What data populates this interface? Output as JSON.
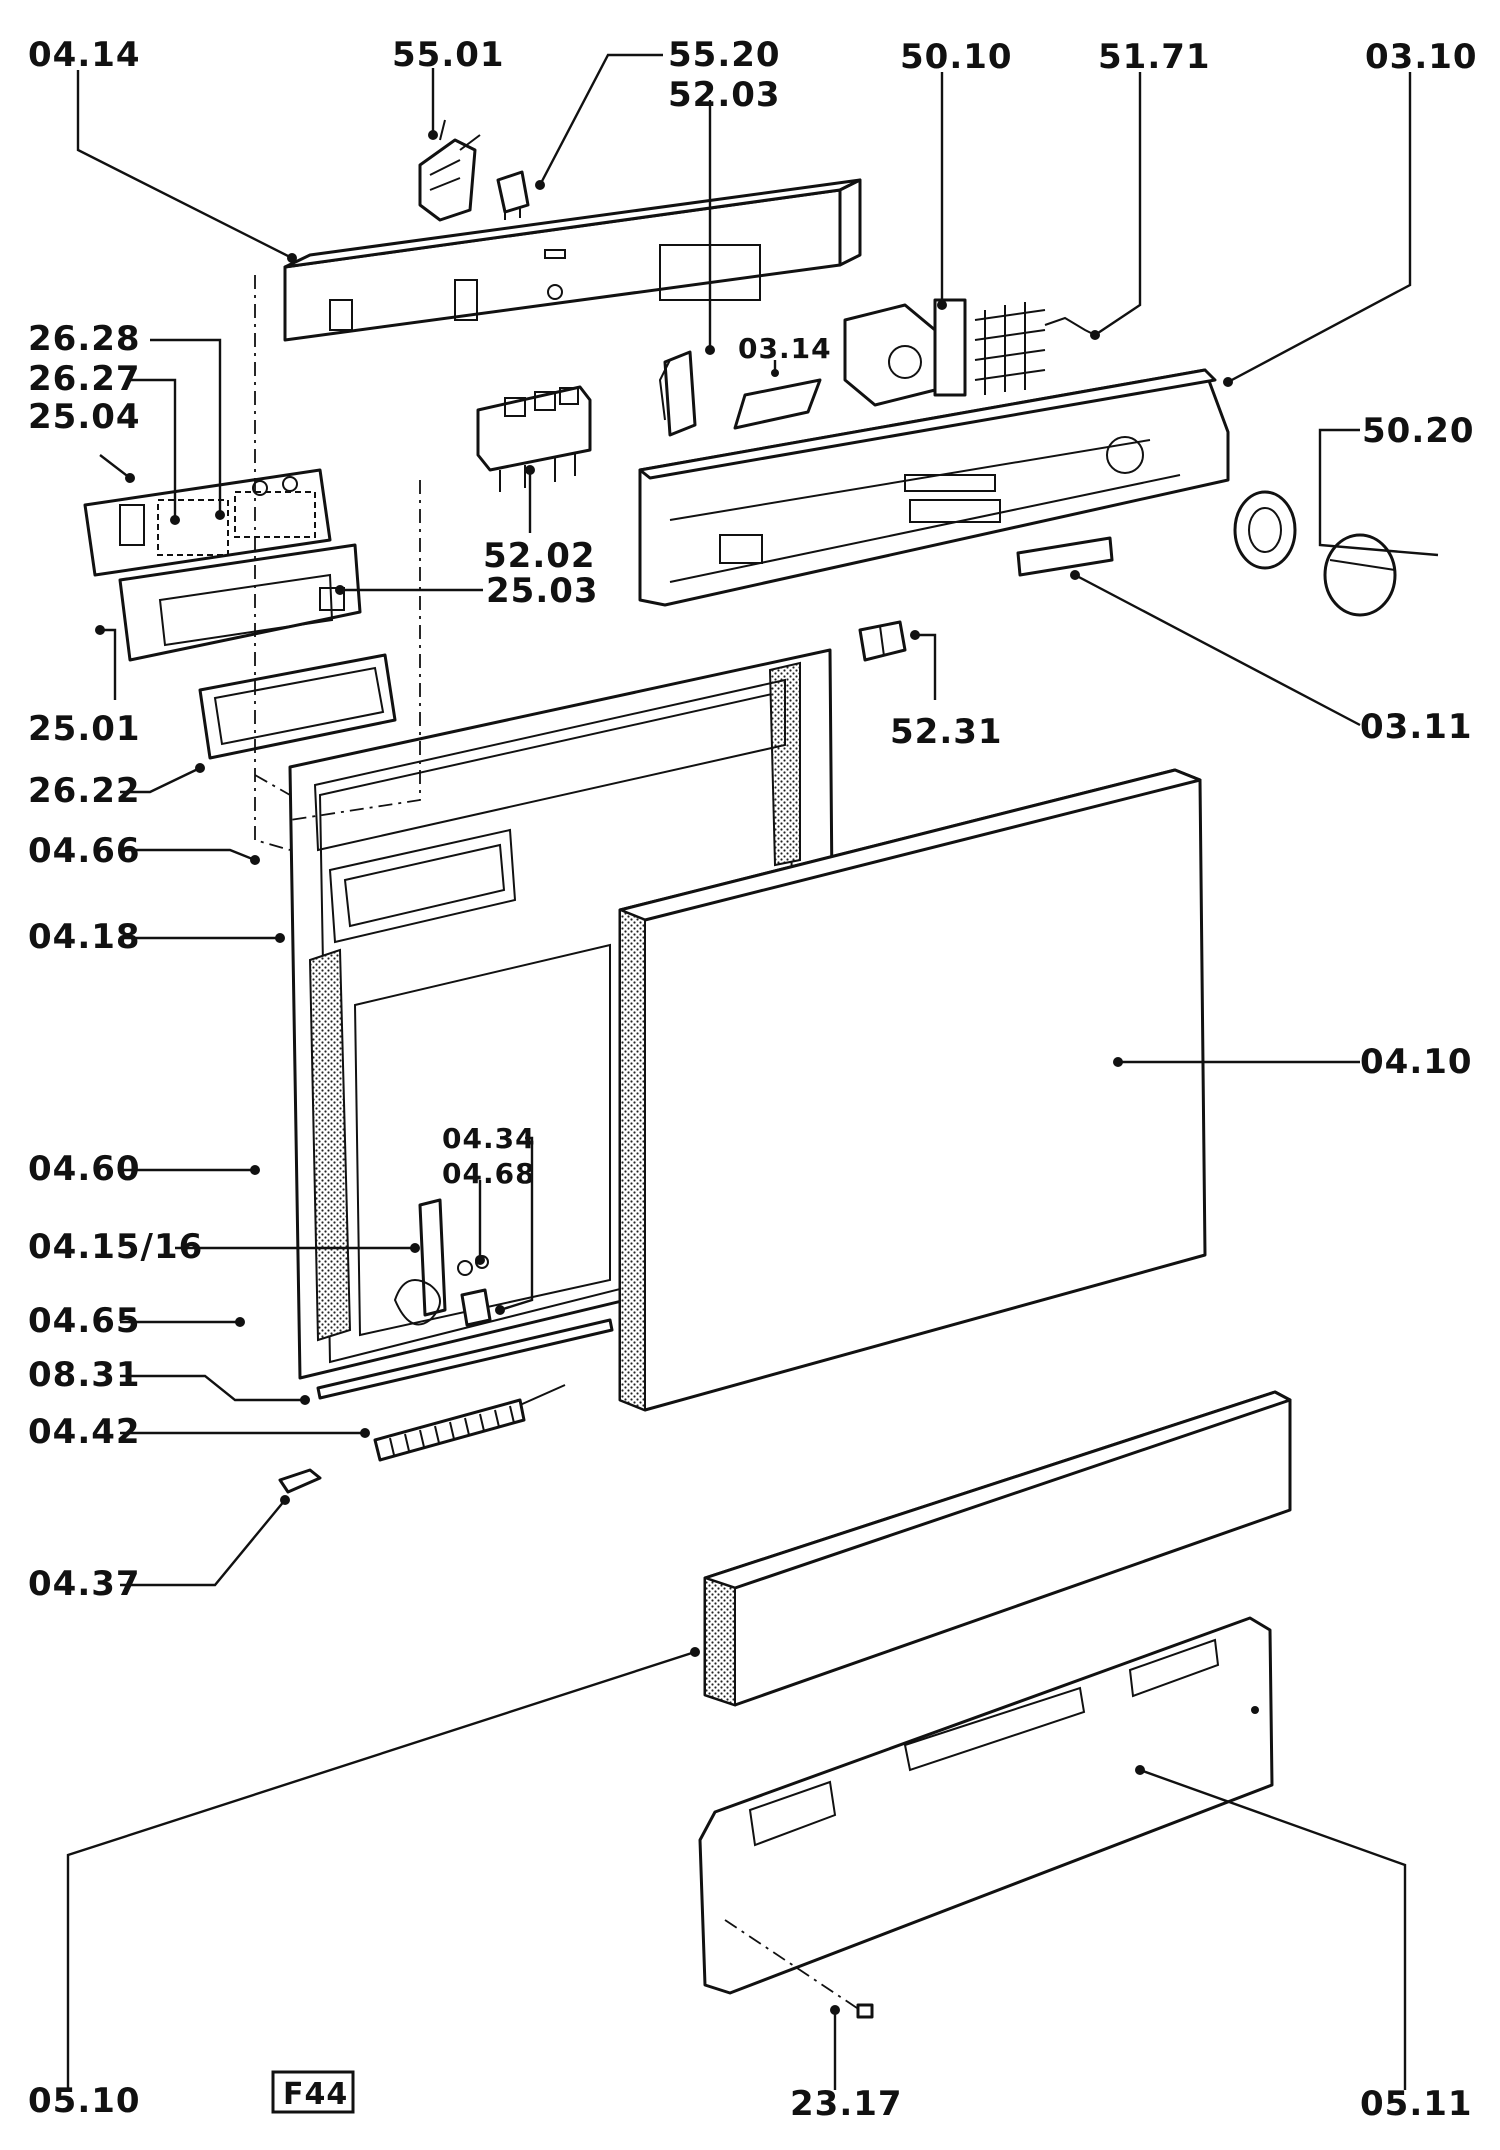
{
  "figure_code": "F44",
  "labels": {
    "p0414": "04.14",
    "p5501": "55.01",
    "p5520": "55.20",
    "p5203": "52.03",
    "p5010": "50.10",
    "p5171": "51.71",
    "p0310": "03.10",
    "p2628": "26.28",
    "p2627": "26.27",
    "p2504": "25.04",
    "p0314": "03.14",
    "p5020": "50.20",
    "p5202": "52.02",
    "p2503": "25.03",
    "p2501": "25.01",
    "p0311": "03.11",
    "p5231": "52.31",
    "p2622": "26.22",
    "p0466": "04.66",
    "p0418": "04.18",
    "p0410": "04.10",
    "p0434": "04.34",
    "p0468": "04.68",
    "p0460": "04.60",
    "p041516": "04.15/16",
    "p0465": "04.65",
    "p0831": "08.31",
    "p0442": "04.42",
    "p0437": "04.37",
    "p0510": "05.10",
    "p2317": "23.17",
    "p0511": "05.11"
  }
}
